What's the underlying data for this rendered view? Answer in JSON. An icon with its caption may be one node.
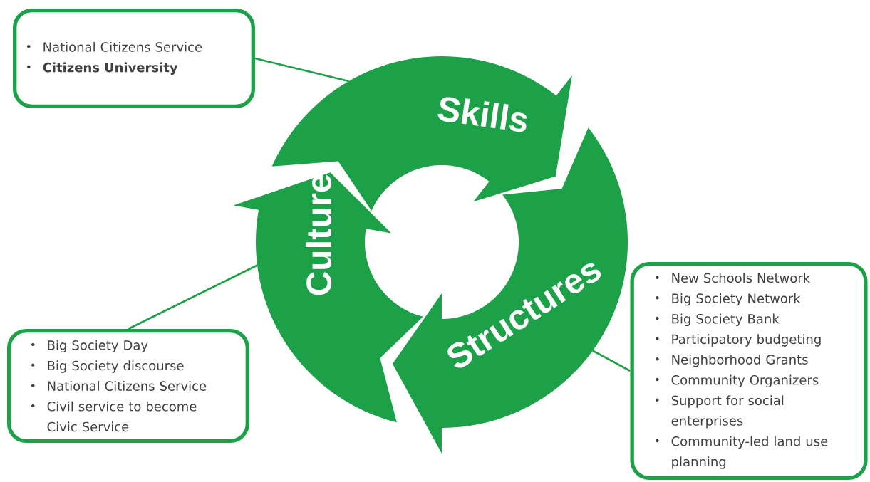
{
  "diagram": {
    "nodes": [
      {
        "text": [
          "National Citizens Service",
          "**Citizens University**"
        ]
      },
      {
        "text": [
          "Skills"
        ]
      },
      {
        "text": [
          "Culture"
        ]
      },
      {
        "text": [
          "Structures"
        ]
      },
      {
        "text": [
          "New Schools Network",
          "Big Society Network",
          "Big Society Bank",
          "Participatory budgeting",
          "Neighborhood Grants",
          "Community Organizers",
          "Support for social enterprises",
          "Community-led land use planning"
        ]
      },
      {
        "text": [
          "Big Society Day",
          "Big Society discourse",
          "National Citizens Service",
          "Civil service to become Civic Service"
        ]
      }
    ],
    "edges": [
      {
        "from": 0,
        "to": 1,
        "arrow": "none"
      },
      {
        "from": 4,
        "to": 3,
        "arrow": "none"
      },
      {
        "from": 5,
        "to": 2,
        "arrow": "none"
      }
    ]
  }
}
